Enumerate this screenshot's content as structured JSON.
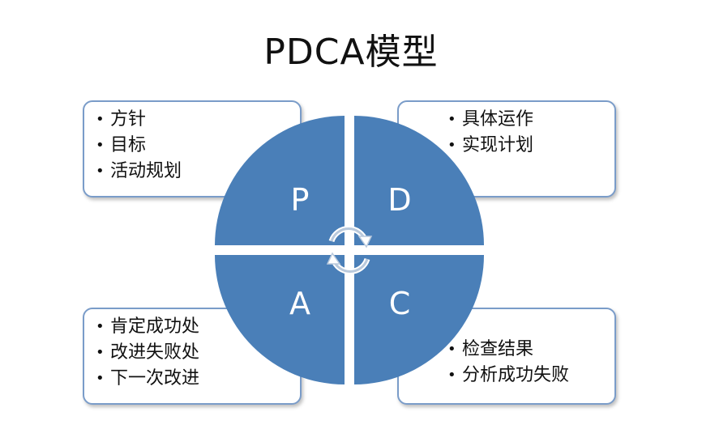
{
  "title": "PDCA模型",
  "quadrants": {
    "p": {
      "letter": "P",
      "items": [
        "方针",
        "目标",
        "活动规划"
      ]
    },
    "d": {
      "letter": "D",
      "items": [
        "具体运作",
        "实现计划"
      ]
    },
    "a": {
      "letter": "A",
      "items": [
        "肯定成功处",
        "改进失败处",
        "下一次改进"
      ]
    },
    "c": {
      "letter": "C",
      "items": [
        "检查结果",
        "分析成功失败"
      ]
    }
  },
  "colors": {
    "quadrant_fill": "#4a7fb8",
    "box_border": "#7a9cc9"
  },
  "icons": {
    "center": "cycle-arrows-icon"
  }
}
